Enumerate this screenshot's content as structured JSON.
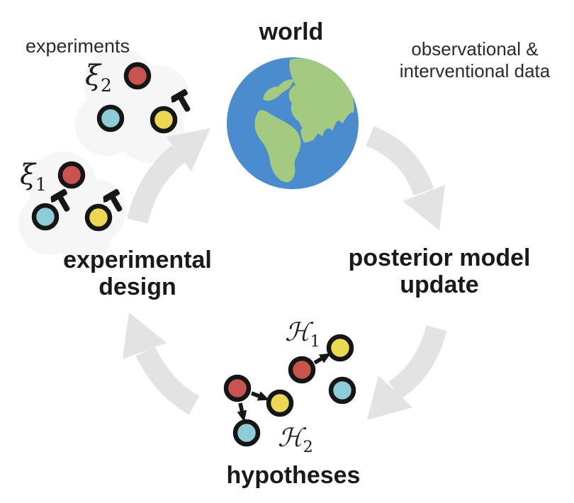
{
  "colors": {
    "node_red": "#c9544f",
    "node_cyan": "#8fccda",
    "node_yellow": "#edd854",
    "node_outline": "#161616",
    "arrow_gray": "#e3e3e3",
    "cluster_bg": "#f6f6f6",
    "globe_ocean": "#4a8ccd",
    "globe_land": "#a4c981",
    "text_dark": "#1a1a1a",
    "text_regular": "#2b2b2b"
  },
  "labels": {
    "experiments": "experiments",
    "world": "world",
    "data_line1": "observational &",
    "data_line2": "interventional data",
    "posterior_line1": "posterior model",
    "posterior_line2": "update",
    "design_line1": "experimental",
    "design_line2": "design",
    "hypotheses": "hypotheses"
  },
  "experiment_designs": [
    {
      "symbol": "ξ",
      "subscript": "2",
      "nodes": [
        "red",
        "cyan",
        "yellow"
      ],
      "hammers": 1
    },
    {
      "symbol": "ξ",
      "subscript": "1",
      "nodes": [
        "red",
        "cyan",
        "yellow"
      ],
      "hammers": 2
    }
  ],
  "hypothesis_models": [
    {
      "symbol": "ℋ",
      "subscript": "1",
      "nodes": [
        "red",
        "yellow",
        "cyan"
      ],
      "edges": [
        "red→yellow"
      ]
    },
    {
      "symbol": "ℋ",
      "subscript": "2",
      "nodes": [
        "red",
        "yellow",
        "cyan"
      ],
      "edges": [
        "red→yellow",
        "red→cyan"
      ]
    }
  ],
  "cycle_stages": [
    "experimental design",
    "world",
    "posterior model update",
    "hypotheses"
  ]
}
